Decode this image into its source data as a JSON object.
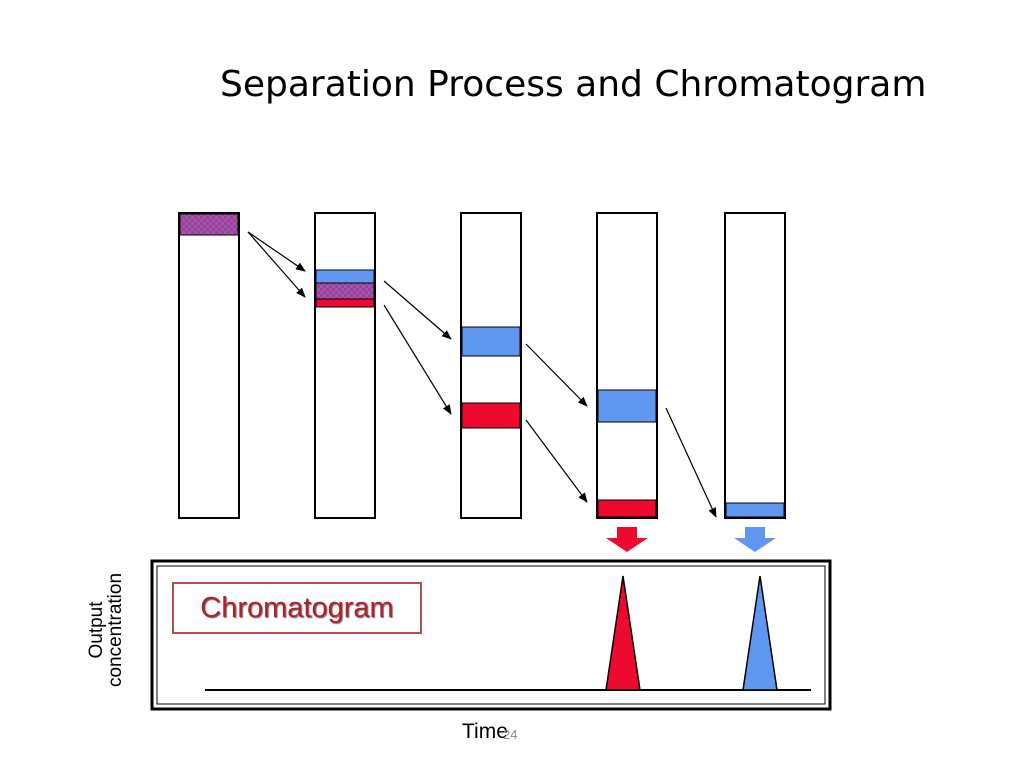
{
  "slide": {
    "title": "Separation Process and Chromatogram",
    "page_number": "24"
  },
  "chromatogram": {
    "label": "Chromatogram",
    "y_axis_label_line1": "Output",
    "y_axis_label_line2": "concentration",
    "x_axis_label": "Time"
  },
  "colors": {
    "component_a": "#ee0a2e",
    "component_b": "#5f97f1",
    "mixture_checker_1": "#d12d6a",
    "mixture_checker_2": "#6a6ad8",
    "box_border": "#b2514f",
    "label_text": "#b51f28"
  }
}
